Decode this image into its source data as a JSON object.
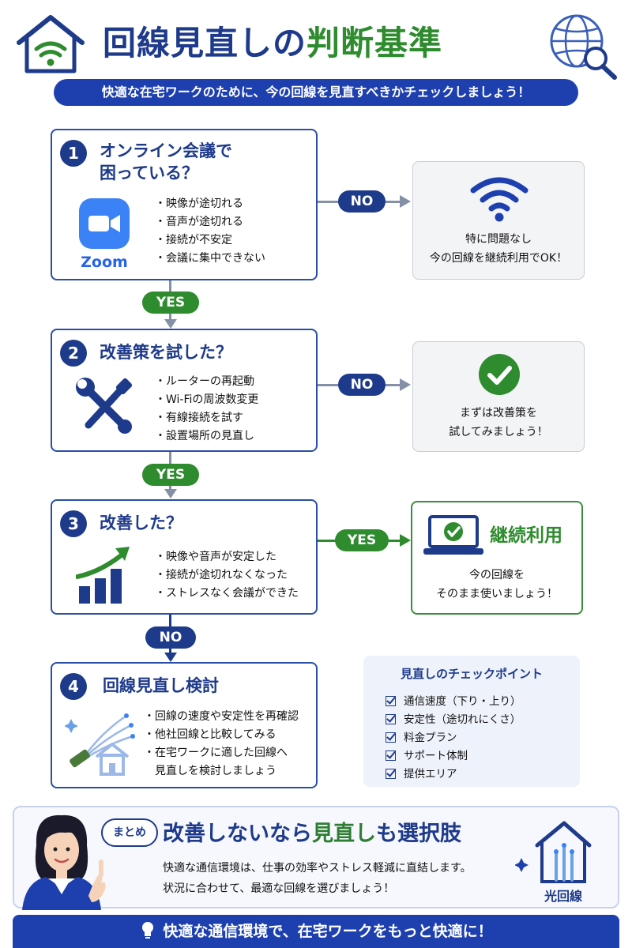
{
  "header": {
    "title_part1": "回線見直しの",
    "title_part2": "判断基準",
    "subtitle": "快適な在宅ワークのために、今の回線を見直すべきかチェックしましょう！"
  },
  "steps": [
    {
      "number": "1",
      "title_line1": "オンライン会議で",
      "title_line2": "困っている？",
      "bullets": [
        "映像が途切れる",
        "音声が途切れる",
        "接続が不安定",
        "会議に集中できない"
      ],
      "logo_text": "Zoom",
      "colors": {
        "logo": "#3b82f6"
      }
    },
    {
      "number": "2",
      "title_line1": "改善策を試した？",
      "bullets": [
        "ルーターの再起動",
        "Wi-Fiの周波数変更",
        "有線接続を試す",
        "設置場所の見直し"
      ]
    },
    {
      "number": "3",
      "title_line1": "改善した？",
      "bullets": [
        "映像や音声が安定した",
        "接続が途切れなくなった",
        "ストレスなく会議ができた"
      ]
    },
    {
      "number": "4",
      "title_line1": "回線見直し検討",
      "bullets": [
        "回線の速度や安定性を再確認",
        "他社回線と比較してみる",
        "在宅ワークに適した回線へ"
      ],
      "bullet_continuation": "見直しを検討しましょう"
    }
  ],
  "connectors": {
    "step1_no": "NO",
    "step1_yes": "YES",
    "step2_no": "NO",
    "step2_yes": "YES",
    "step3_yes": "YES",
    "step3_no": "NO"
  },
  "results": {
    "r1": {
      "line1": "特に問題なし",
      "line2": "今の回線を継続利用でOK！"
    },
    "r2": {
      "line1": "まずは改善策を",
      "line2": "試してみましょう！"
    },
    "r3": {
      "title": "継続利用",
      "line1": "今の回線を",
      "line2": "そのまま使いましょう！"
    }
  },
  "checkpoints": {
    "title": "見直しのチェックポイント",
    "items": [
      "通信速度（下り・上り）",
      "安定性（途切れにくさ）",
      "料金プラン",
      "サポート体制",
      "提供エリア"
    ]
  },
  "summary": {
    "bubble": "まとめ",
    "title_a": "改善しないなら",
    "title_b": "見直し",
    "title_c": "も選択肢",
    "line1": "快適な通信環境は、仕事の効率やストレス軽減に直結します。",
    "line2": "状況に合わせて、最適な回線を選びましょう！",
    "badge": "光回線"
  },
  "footer": {
    "text": "快適な通信環境で、在宅ワークをもっと快適に！"
  },
  "colors": {
    "navy": "#1e3a8a",
    "green": "#2e8b2e",
    "blue": "#1e40af",
    "grey_arrow": "#8590a6"
  }
}
